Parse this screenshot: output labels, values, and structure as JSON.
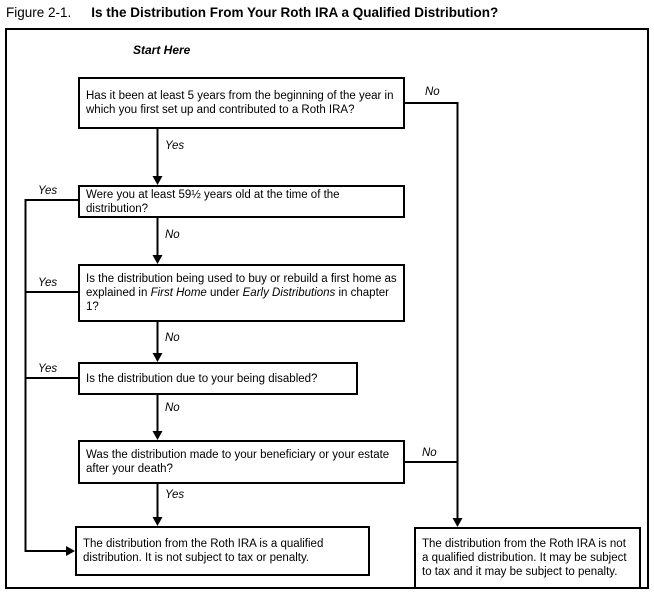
{
  "figure": {
    "label": "Figure 2-1.",
    "title": "Is the Distribution From Your Roth IRA a Qualified Distribution?"
  },
  "colors": {
    "ink": "#000000",
    "paper": "#ffffff"
  },
  "flowchart": {
    "start_label": "Start Here",
    "questions": {
      "q1": {
        "text": "Has it been at least 5 years from the beginning of the year in which you first set up and contributed to a Roth IRA?",
        "yes": "Yes",
        "no": "No"
      },
      "q2": {
        "text": "Were you at least 59½ years old at the time of the distribution?",
        "yes": "Yes",
        "no": "No"
      },
      "q3": {
        "text": "Is the distribution being used to buy or rebuild a first home as explained in First Home under Early Distributions in chapter 1?",
        "segments": [
          {
            "text": "Is the distribution being used to buy or rebuild a first home as explained in "
          },
          {
            "text": "First Home",
            "italic": true
          },
          {
            "text": " under "
          },
          {
            "text": "Early Distributions",
            "italic": true
          },
          {
            "text": " in chapter 1?"
          }
        ],
        "yes": "Yes",
        "no": "No"
      },
      "q4": {
        "text": "Is the distribution due to your being disabled?",
        "yes": "Yes",
        "no": "No"
      },
      "q5": {
        "text": "Was the distribution made to your beneficiary or your estate after your death?",
        "yes": "Yes",
        "no": "No"
      }
    },
    "results": {
      "qualified": "The distribution from the Roth IRA is a qualified distribution. It is not subject to tax or penalty.",
      "not_qualified": "The distribution from the Roth IRA is not a qualified distribution. It may be subject to tax and it may be subject to penalty."
    }
  }
}
